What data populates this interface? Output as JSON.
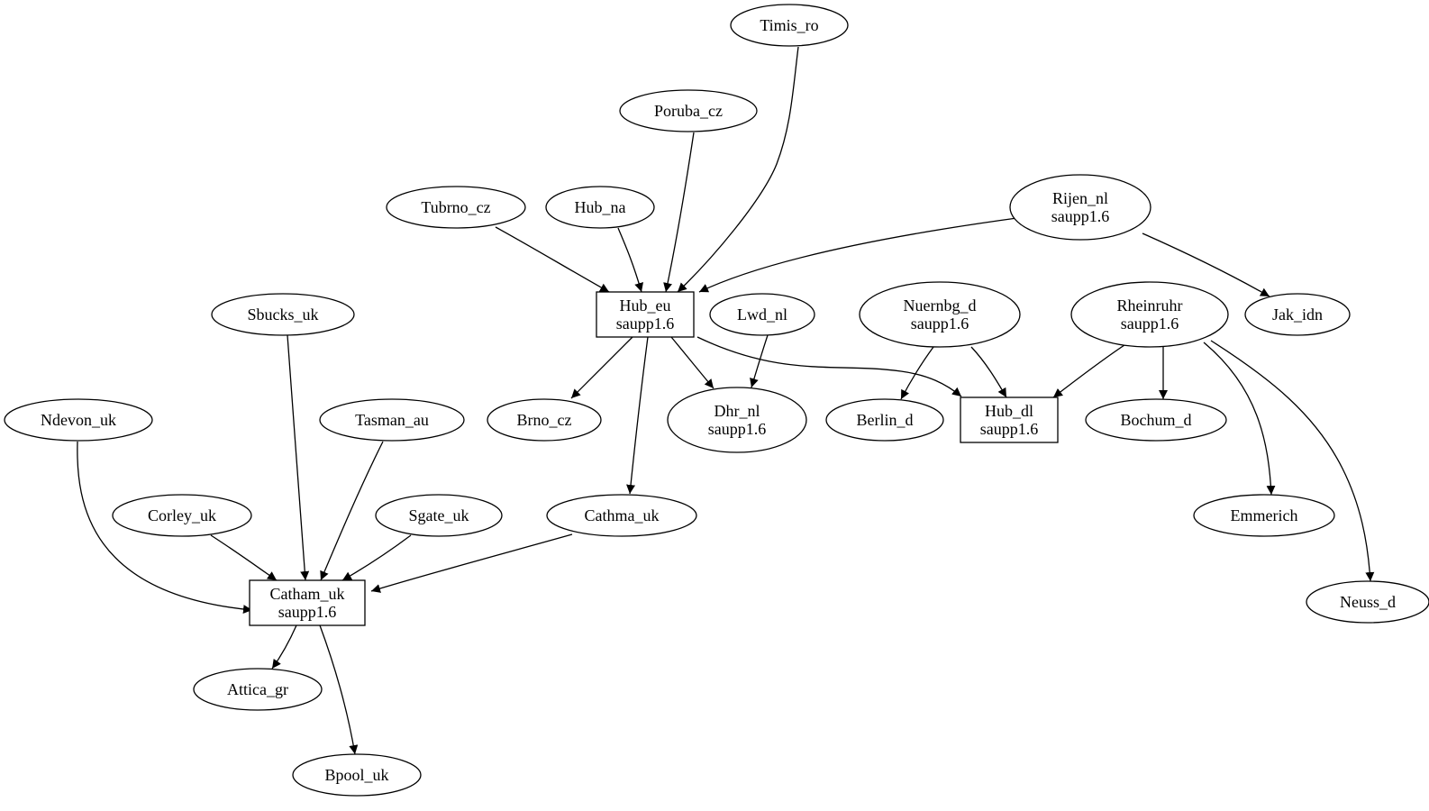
{
  "diagram": {
    "type": "directed-graph",
    "nodes": [
      {
        "id": "timis_ro",
        "shape": "ellipse",
        "lines": [
          "Timis_ro"
        ]
      },
      {
        "id": "poruba_cz",
        "shape": "ellipse",
        "lines": [
          "Poruba_cz"
        ]
      },
      {
        "id": "tubrno_cz",
        "shape": "ellipse",
        "lines": [
          "Tubrno_cz"
        ]
      },
      {
        "id": "hub_na",
        "shape": "ellipse",
        "lines": [
          "Hub_na"
        ]
      },
      {
        "id": "rijen_nl",
        "shape": "ellipse",
        "lines": [
          "Rijen_nl",
          "saupp1.6"
        ]
      },
      {
        "id": "hub_eu",
        "shape": "box",
        "lines": [
          "Hub_eu",
          "saupp1.6"
        ]
      },
      {
        "id": "lwd_nl",
        "shape": "ellipse",
        "lines": [
          "Lwd_nl"
        ]
      },
      {
        "id": "nuernbg_d",
        "shape": "ellipse",
        "lines": [
          "Nuernbg_d",
          "saupp1.6"
        ]
      },
      {
        "id": "rheinruhr",
        "shape": "ellipse",
        "lines": [
          "Rheinruhr",
          "saupp1.6"
        ]
      },
      {
        "id": "jak_idn",
        "shape": "ellipse",
        "lines": [
          "Jak_idn"
        ]
      },
      {
        "id": "sbucks_uk",
        "shape": "ellipse",
        "lines": [
          "Sbucks_uk"
        ]
      },
      {
        "id": "ndevon_uk",
        "shape": "ellipse",
        "lines": [
          "Ndevon_uk"
        ]
      },
      {
        "id": "tasman_au",
        "shape": "ellipse",
        "lines": [
          "Tasman_au"
        ]
      },
      {
        "id": "brno_cz",
        "shape": "ellipse",
        "lines": [
          "Brno_cz"
        ]
      },
      {
        "id": "dhr_nl",
        "shape": "ellipse",
        "lines": [
          "Dhr_nl",
          "saupp1.6"
        ]
      },
      {
        "id": "berlin_d",
        "shape": "ellipse",
        "lines": [
          "Berlin_d"
        ]
      },
      {
        "id": "hub_dl",
        "shape": "box",
        "lines": [
          "Hub_dl",
          "saupp1.6"
        ]
      },
      {
        "id": "bochum_d",
        "shape": "ellipse",
        "lines": [
          "Bochum_d"
        ]
      },
      {
        "id": "corley_uk",
        "shape": "ellipse",
        "lines": [
          "Corley_uk"
        ]
      },
      {
        "id": "sgate_uk",
        "shape": "ellipse",
        "lines": [
          "Sgate_uk"
        ]
      },
      {
        "id": "cathma_uk",
        "shape": "ellipse",
        "lines": [
          "Cathma_uk"
        ]
      },
      {
        "id": "emmerich",
        "shape": "ellipse",
        "lines": [
          "Emmerich"
        ]
      },
      {
        "id": "catham_uk",
        "shape": "box",
        "lines": [
          "Catham_uk",
          "saupp1.6"
        ]
      },
      {
        "id": "neuss_d",
        "shape": "ellipse",
        "lines": [
          "Neuss_d"
        ]
      },
      {
        "id": "attica_gr",
        "shape": "ellipse",
        "lines": [
          "Attica_gr"
        ]
      },
      {
        "id": "bpool_uk",
        "shape": "ellipse",
        "lines": [
          "Bpool_uk"
        ]
      }
    ],
    "edges": [
      {
        "from": "timis_ro",
        "to": "hub_eu"
      },
      {
        "from": "poruba_cz",
        "to": "hub_eu"
      },
      {
        "from": "tubrno_cz",
        "to": "hub_eu"
      },
      {
        "from": "hub_na",
        "to": "hub_eu"
      },
      {
        "from": "rijen_nl",
        "to": "hub_eu"
      },
      {
        "from": "rijen_nl",
        "to": "jak_idn"
      },
      {
        "from": "hub_eu",
        "to": "brno_cz"
      },
      {
        "from": "hub_eu",
        "to": "dhr_nl"
      },
      {
        "from": "hub_eu",
        "to": "hub_dl"
      },
      {
        "from": "hub_eu",
        "to": "cathma_uk"
      },
      {
        "from": "lwd_nl",
        "to": "dhr_nl"
      },
      {
        "from": "nuernbg_d",
        "to": "berlin_d"
      },
      {
        "from": "nuernbg_d",
        "to": "hub_dl"
      },
      {
        "from": "rheinruhr",
        "to": "hub_dl"
      },
      {
        "from": "rheinruhr",
        "to": "bochum_d"
      },
      {
        "from": "rheinruhr",
        "to": "emmerich"
      },
      {
        "from": "rheinruhr",
        "to": "neuss_d"
      },
      {
        "from": "sbucks_uk",
        "to": "catham_uk"
      },
      {
        "from": "ndevon_uk",
        "to": "catham_uk"
      },
      {
        "from": "tasman_au",
        "to": "catham_uk"
      },
      {
        "from": "corley_uk",
        "to": "catham_uk"
      },
      {
        "from": "sgate_uk",
        "to": "catham_uk"
      },
      {
        "from": "cathma_uk",
        "to": "catham_uk"
      },
      {
        "from": "catham_uk",
        "to": "attica_gr"
      },
      {
        "from": "catham_uk",
        "to": "bpool_uk"
      }
    ]
  }
}
